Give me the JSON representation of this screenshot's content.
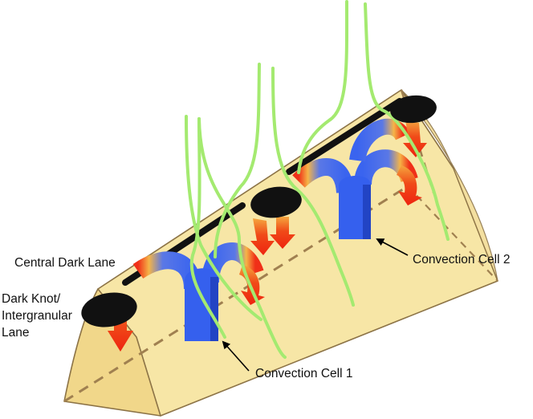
{
  "labels": {
    "central_dark_lane": "Central Dark Lane",
    "dark_knot_line1": "Dark Knot/",
    "dark_knot_line2": "Intergranular",
    "dark_knot_line3": "Lane",
    "convection_cell_1": "Convection Cell 1",
    "convection_cell_2": "Convection Cell 2"
  },
  "colors": {
    "prism_fill": "#f7e6a6",
    "prism_end": "#f1d78a",
    "prism_edge": "#8c7346",
    "dashed_axis": "#a08050",
    "field_line": "#a4ea70",
    "upflow": "#3560ee",
    "downflow_red": "#f02a10",
    "downflow_orange": "#f5a038",
    "dark_feature": "#111111"
  }
}
